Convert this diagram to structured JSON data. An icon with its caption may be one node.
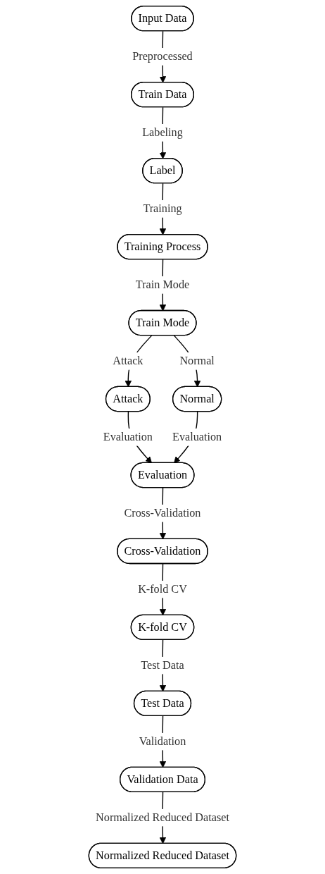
{
  "diagram": {
    "nodes": [
      {
        "text": [
          "Input Data"
        ]
      },
      {
        "text": [
          "Train Data"
        ]
      },
      {
        "text": [
          "Label"
        ]
      },
      {
        "text": [
          "Training Process"
        ]
      },
      {
        "text": [
          "Train Mode"
        ]
      },
      {
        "text": [
          "Attack"
        ]
      },
      {
        "text": [
          "Normal"
        ]
      },
      {
        "text": [
          "Evaluation"
        ]
      },
      {
        "text": [
          "Cross-Validation"
        ]
      },
      {
        "text": [
          "K-fold CV"
        ]
      },
      {
        "text": [
          "Test Data"
        ]
      },
      {
        "text": [
          "Validation Data"
        ]
      },
      {
        "text": [
          "Normalized Reduced Dataset"
        ]
      }
    ],
    "edges": [
      {
        "from": 0,
        "to": 1,
        "arrow": "to",
        "label": "Preprocessed"
      },
      {
        "from": 1,
        "to": 2,
        "arrow": "to",
        "label": "Labeling"
      },
      {
        "from": 2,
        "to": 3,
        "arrow": "to",
        "label": "Training"
      },
      {
        "from": 3,
        "to": 4,
        "arrow": "to",
        "label": "Train Mode"
      },
      {
        "from": 4,
        "to": 5,
        "arrow": "to",
        "label": "Attack"
      },
      {
        "from": 4,
        "to": 6,
        "arrow": "to",
        "label": "Normal"
      },
      {
        "from": 5,
        "to": 7,
        "arrow": "to",
        "label": "Evaluation"
      },
      {
        "from": 6,
        "to": 7,
        "arrow": "to",
        "label": "Evaluation"
      },
      {
        "from": 7,
        "to": 8,
        "arrow": "to",
        "label": "Cross-Validation"
      },
      {
        "from": 8,
        "to": 9,
        "arrow": "to",
        "label": "K-fold CV"
      },
      {
        "from": 9,
        "to": 10,
        "arrow": "to",
        "label": "Test Data"
      },
      {
        "from": 10,
        "to": 11,
        "arrow": "to",
        "label": "Validation"
      },
      {
        "from": 11,
        "to": 12,
        "arrow": "to",
        "label": "Normalized Reduced Dataset"
      }
    ]
  }
}
